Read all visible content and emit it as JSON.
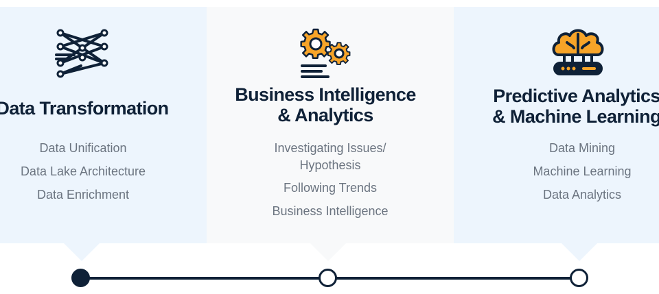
{
  "columns": [
    {
      "title": "Data Transformation",
      "icon": "network-transformation-icon",
      "items": [
        "Data Unification",
        "Data Lake Architecture",
        "Data Enrichment"
      ]
    },
    {
      "title_line1": "Business Intelligence",
      "title_line2": "& Analytics",
      "icon": "gears-icon",
      "items": [
        "Investigating Issues/",
        "Hypothesis",
        "Following Trends",
        "Business Intelligence"
      ]
    },
    {
      "title_line1": "Predictive Analytics",
      "title_line2": "& Machine Learning",
      "icon": "brain-server-icon",
      "items": [
        "Data Mining",
        "Machine Learning",
        "Data Analytics"
      ]
    }
  ],
  "timeline": {
    "steps": 3,
    "active_step": 1
  },
  "colors": {
    "navy": "#0f2137",
    "accent_orange": "#f7a428",
    "card_blue": "#edf5fd",
    "card_gray": "#f8f9fa",
    "text_gray": "#6b7480"
  }
}
